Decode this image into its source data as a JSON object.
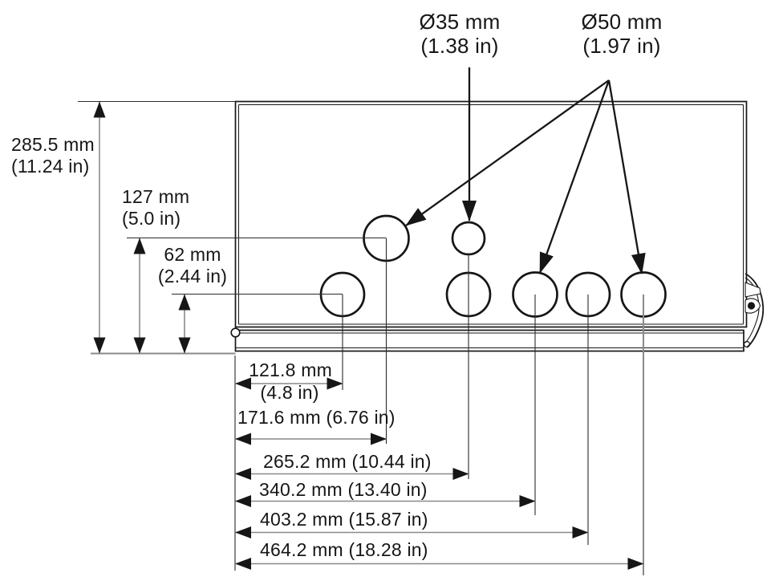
{
  "diagram": {
    "hole_callouts": [
      {
        "diameter_mm": "Ø35 mm",
        "diameter_in": "(1.38 in)"
      },
      {
        "diameter_mm": "Ø50 mm",
        "diameter_in": "(1.97 in)"
      }
    ],
    "vertical_dimensions": [
      {
        "mm": "285.5 mm",
        "in": "(11.24 in)"
      },
      {
        "mm": "127 mm",
        "in": "(5.0 in)"
      },
      {
        "mm": "62 mm",
        "in": "(2.44 in)"
      }
    ],
    "horizontal_dimensions": [
      {
        "mm": "121.8 mm",
        "in": "(4.8 in)"
      },
      {
        "label": "171.6 mm (6.76 in)"
      },
      {
        "label": "265.2 mm (10.44 in)"
      },
      {
        "label": "340.2 mm (13.40 in)"
      },
      {
        "label": "403.2 mm (15.87 in)"
      },
      {
        "label": "464.2 mm (18.28 in)"
      }
    ],
    "colors": {
      "ink": "#161616",
      "dimension_lines": "#8a8a8a"
    }
  }
}
